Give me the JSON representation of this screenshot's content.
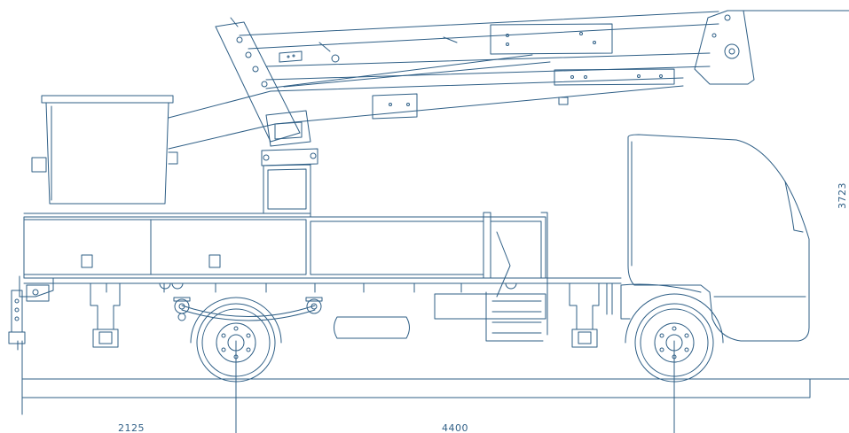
{
  "colors": {
    "line": "#2f5f86",
    "background": "#ffffff"
  },
  "dimensions": {
    "rear_overhang": "2125",
    "wheelbase": "4400",
    "height": "3723"
  }
}
